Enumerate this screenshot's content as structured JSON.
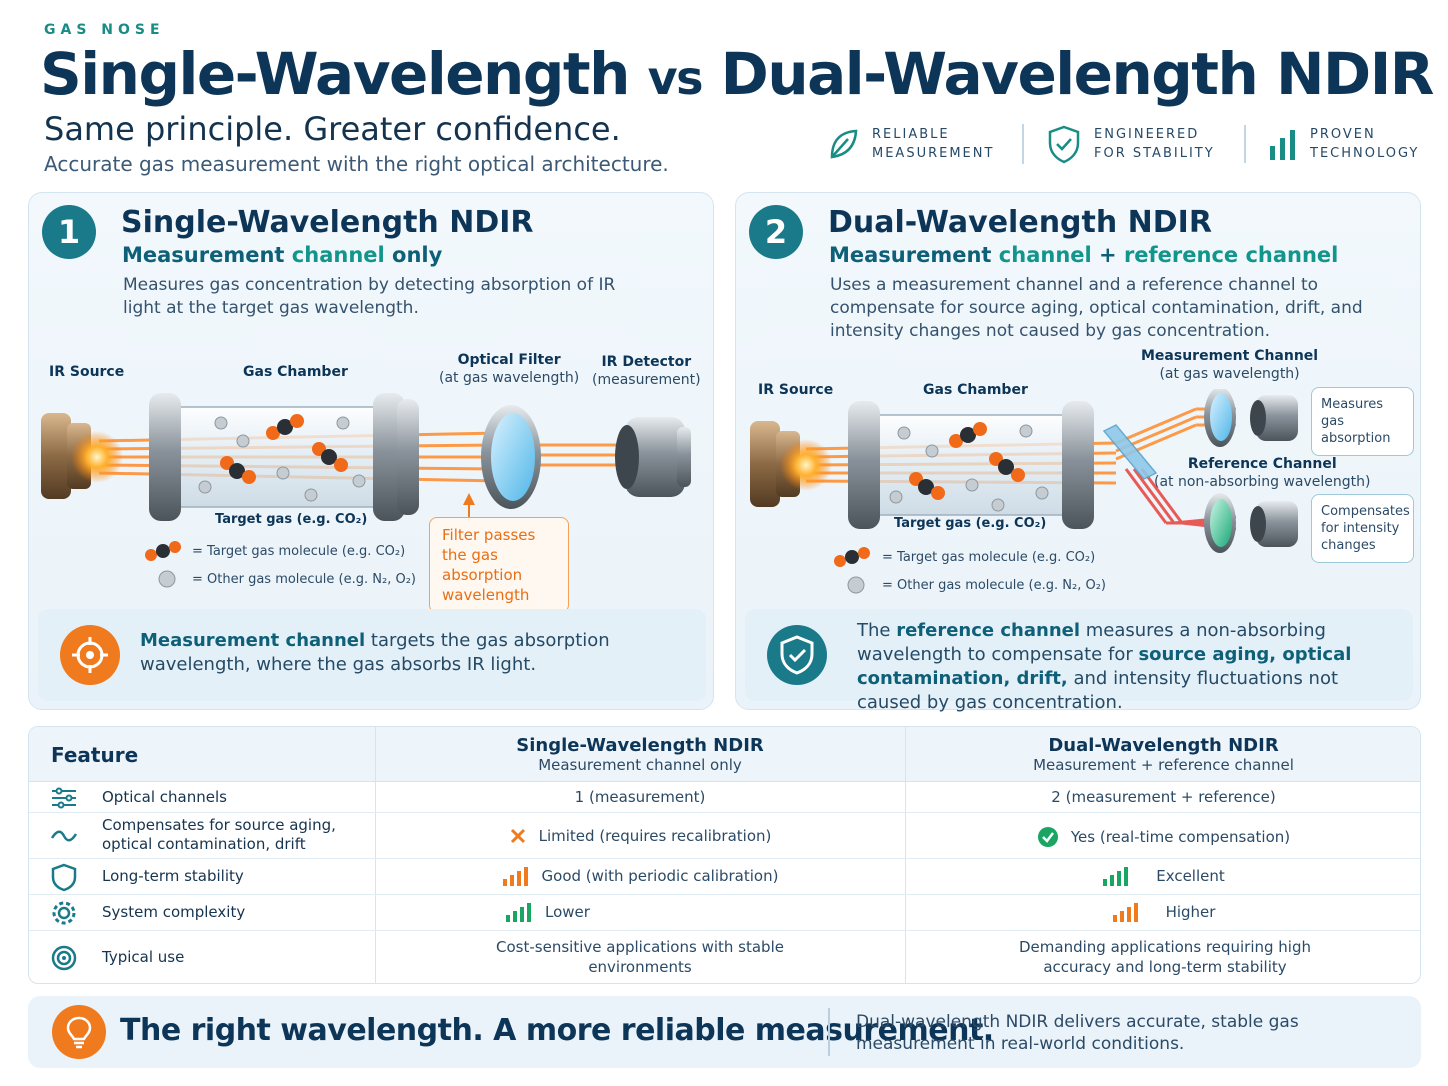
{
  "brand": "GAS NOSE",
  "title": {
    "part1": "Single-Wavelength",
    "vs": "vs",
    "part2": "Dual-Wavelength NDIR"
  },
  "tagline": "Same principle. Greater confidence.",
  "subtagline": "Accurate gas measurement with the right optical architecture.",
  "badges": [
    {
      "icon": "leaf-icon",
      "line1": "RELIABLE",
      "line2": "MEASUREMENT"
    },
    {
      "icon": "shield-check-icon",
      "line1": "ENGINEERED",
      "line2": "FOR STABILITY"
    },
    {
      "icon": "bar-chart-icon",
      "line1": "PROVEN",
      "line2": "TECHNOLOGY"
    }
  ],
  "single": {
    "number": "1",
    "title": "Single-Wavelength NDIR",
    "sub_a": "Measurement",
    "sub_b": " channel",
    "sub_c": " only",
    "desc": "Measures gas concentration by detecting absorption of IR light at the target gas wavelength.",
    "labels": {
      "ir_source": "IR Source",
      "gas_chamber": "Gas Chamber",
      "filter": "Optical Filter",
      "filter_sub": "(at gas wavelength)",
      "detector": "IR Detector",
      "detector_sub": "(measurement)",
      "target_gas": "Target gas (e.g. CO₂)"
    },
    "legend_target": "= Target gas molecule (e.g. CO₂)",
    "legend_other": "= Other gas molecule (e.g. N₂, O₂)",
    "callout": "Filter passes the gas absorption wavelength",
    "note_hl": "Measurement channel",
    "note_rest": " targets the gas absorption wavelength, where the gas absorbs IR light."
  },
  "dual": {
    "number": "2",
    "title": "Dual-Wavelength NDIR",
    "sub_a": "Measurement",
    "sub_b": " channel",
    "sub_c": " + ",
    "sub_d": "reference",
    "sub_e": " channel",
    "desc": "Uses a measurement channel and a reference channel to compensate for source aging, optical contamination, drift, and intensity changes not caused by gas concentration.",
    "labels": {
      "ir_source": "IR Source",
      "gas_chamber": "Gas Chamber",
      "meas": "Measurement Channel",
      "meas_sub": "(at gas wavelength)",
      "ref": "Reference Channel",
      "ref_sub": "(at non-absorbing wavelength)",
      "target_gas": "Target gas (e.g. CO₂)"
    },
    "box_meas": "Measures gas absorption",
    "box_ref": "Compensates for intensity changes",
    "legend_target": "= Target gas molecule (e.g. CO₂)",
    "legend_other": "= Other gas molecule (e.g. N₂, O₂)",
    "note_a": "The ",
    "note_hl1": "reference channel",
    "note_b": " measures a non-absorbing wavelength to compensate for ",
    "note_hl2": "source aging, optical contamination, drift,",
    "note_c": " and intensity fluctuations not caused by gas concentration."
  },
  "table": {
    "feature_header": "Feature",
    "col1_title": "Single-Wavelength NDIR",
    "col1_sub": "Measurement channel only",
    "col2_title": "Dual-Wavelength NDIR",
    "col2_sub": "Measurement + reference channel",
    "rows": [
      {
        "icon": "sliders-icon",
        "feature": "Optical channels",
        "single": "1 (measurement)",
        "dual": "2 (measurement + reference)"
      },
      {
        "icon": "wave-icon",
        "feature": "Compensates for source aging, optical contamination, drift",
        "single": "Limited (requires recalibration)",
        "single_icon": "cross-icon",
        "dual": "Yes (real-time compensation)",
        "dual_icon": "check-icon"
      },
      {
        "icon": "shield-icon",
        "feature": "Long-term stability",
        "single": "Good (with periodic calibration)",
        "single_icon": "bars-orange-icon",
        "dual": "Excellent",
        "dual_icon": "bars-green-icon"
      },
      {
        "icon": "gear-icon",
        "feature": "System complexity",
        "single": "Lower",
        "single_icon": "bars-green-icon",
        "dual": "Higher",
        "dual_icon": "bars-orange-icon"
      },
      {
        "icon": "target-icon",
        "feature": "Typical use",
        "single": "Cost-sensitive applications with stable environments",
        "dual": "Demanding applications requiring high accuracy and long-term stability"
      }
    ]
  },
  "bottom": {
    "icon": "lightbulb-icon",
    "title": "The right wavelength. A more reliable measurement.",
    "desc": "Dual-wavelength NDIR delivers accurate, stable gas measurement in real-world conditions."
  },
  "colors": {
    "navy": "#0d3557",
    "teal": "#1a7a8a",
    "green": "#12958b",
    "orange": "#f07a1e"
  }
}
